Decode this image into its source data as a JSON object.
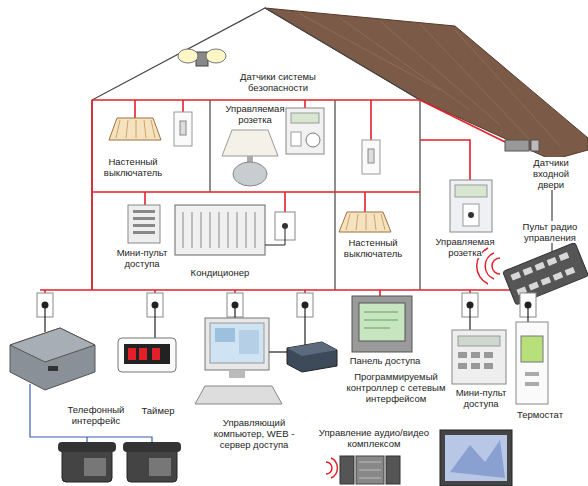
{
  "diagram": {
    "labels": [
      "Датчики системы безопасности",
      "Управляемая розетка",
      "Настенный выключатель",
      "Настенный выключатель",
      "Управляемая розетка",
      "Датчики входной двери",
      "Пульт радио управления",
      "Мини-пульт доступа",
      "Кондиционер",
      "Панель доступа",
      "Программируемый контроллер с сетевым интерфейсом",
      "Мини-пульт доступа",
      "Термостат",
      "Телефонный интерфейс",
      "Таймер",
      "Управляющий компьютер, WEB - сервер доступа",
      "Управление аудио/видео комплексом"
    ]
  }
}
